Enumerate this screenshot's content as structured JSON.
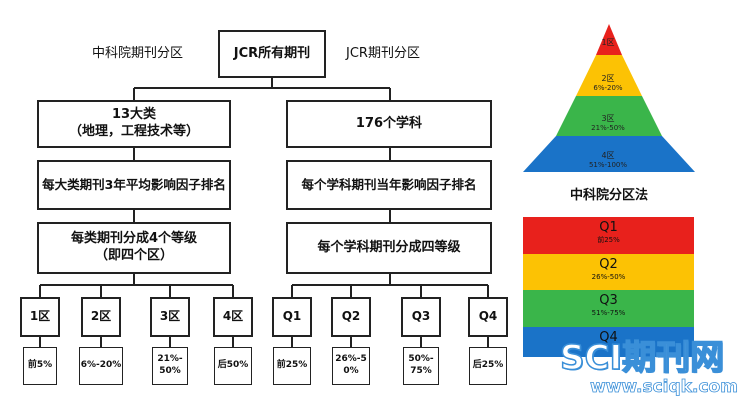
{
  "top_labels": {
    "cas_partition": "中科院期刊分区",
    "root": "JCR所有期刊",
    "jcr_partition": "JCR期刊分区"
  },
  "left_branch": {
    "category_line1": "13大类",
    "category_line2": "（地理，工程技术等）",
    "ranking": "每大类期刊3年平均影响因子排名",
    "division_line1": "每类期刊分成4个等级",
    "division_line2": "（即四个区）",
    "tiers": [
      {
        "name": "1区",
        "range": "前5%"
      },
      {
        "name": "2区",
        "range": "6%-20%"
      },
      {
        "name": "3区",
        "range": "21%-50%"
      },
      {
        "name": "4区",
        "range": "后50%"
      }
    ]
  },
  "right_branch": {
    "subjects": "176个学科",
    "ranking": "每个学科期刊当年影响因子排名",
    "division": "每个学科期刊分成四等级",
    "tiers": [
      {
        "name": "Q1",
        "range": "前25%"
      },
      {
        "name": "Q2",
        "range": "26%-50%"
      },
      {
        "name": "Q3",
        "range": "50%-75%"
      },
      {
        "name": "Q4",
        "range": "后25%"
      }
    ]
  },
  "pyramid": {
    "caption": "中科院分区法",
    "levels": [
      {
        "name": "1区",
        "range": "",
        "color": "#e8211c"
      },
      {
        "name": "2区",
        "range": "6%-20%",
        "color": "#fcc204"
      },
      {
        "name": "3区",
        "range": "21%-50%",
        "color": "#3ab54a"
      },
      {
        "name": "4区",
        "range": "51%-100%",
        "color": "#1a73c8"
      }
    ]
  },
  "quartile_bands": {
    "bands": [
      {
        "name": "Q1",
        "range": "前25%",
        "color": "#e8211c"
      },
      {
        "name": "Q2",
        "range": "26%-50%",
        "color": "#fcc204"
      },
      {
        "name": "Q3",
        "range": "51%-75%",
        "color": "#3ab54a"
      },
      {
        "name": "Q4",
        "range": "",
        "color": "#1a73c8"
      }
    ]
  },
  "watermark": {
    "title": "SCI期刊网",
    "url": "www.sciqk.com"
  }
}
